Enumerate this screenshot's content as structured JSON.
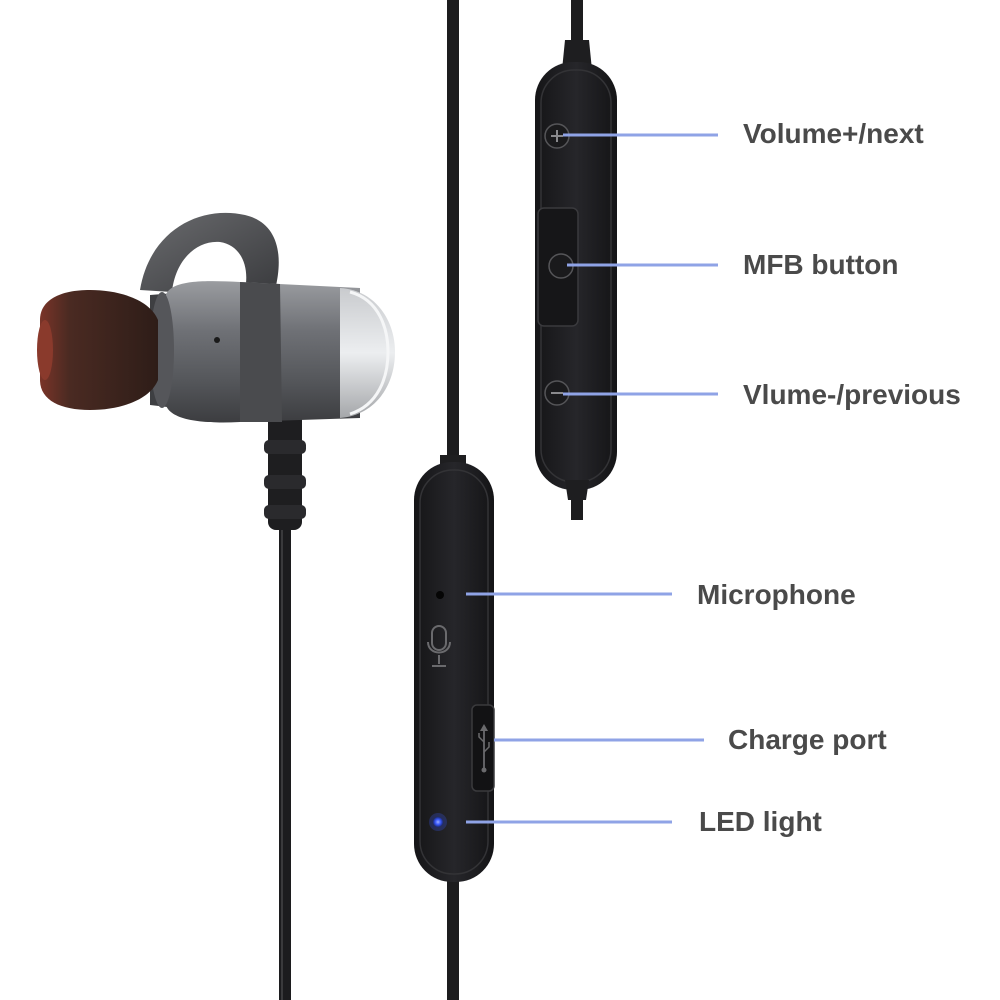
{
  "callouts": {
    "volume_up": "Volume+/next",
    "mfb": "MFB button",
    "volume_down": "Vlume-/previous",
    "microphone": "Microphone",
    "charge_port": "Charge port",
    "led": "LED light"
  },
  "colors": {
    "background": "#ffffff",
    "leader_line": "#8fa3e6",
    "label_text": "#4a4a4a",
    "cable": "#1c1c1e",
    "remote_body": "#202022",
    "earbud_metal": "#7a7c80",
    "ear_tip": "#4a2a22",
    "led": "#3d5cff"
  },
  "icons": [
    "plus-icon",
    "minus-icon",
    "microphone-icon",
    "usb-icon"
  ]
}
